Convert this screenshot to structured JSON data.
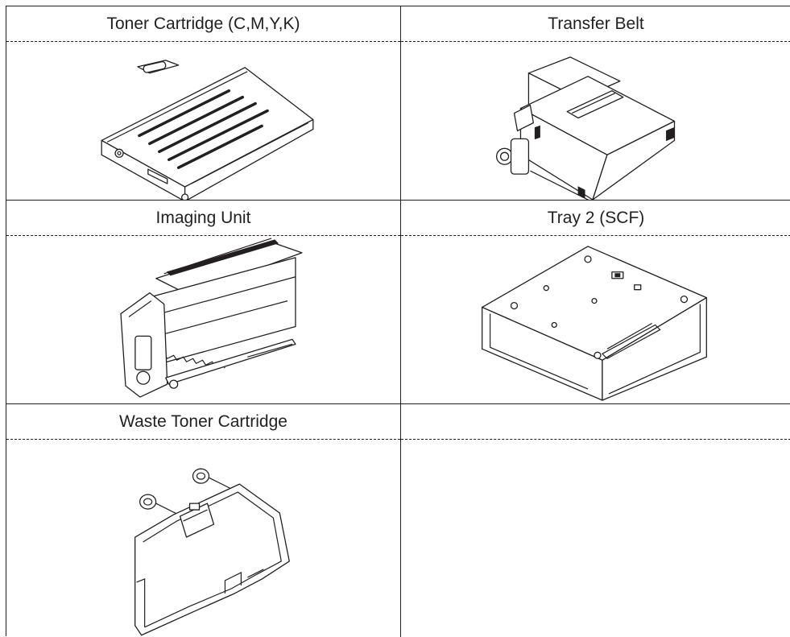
{
  "parts_table": {
    "cells": [
      {
        "label": "Toner Cartridge (C,M,Y,K)",
        "illustration": "toner-cartridge"
      },
      {
        "label": "Transfer Belt",
        "illustration": "transfer-belt"
      },
      {
        "label": "Imaging Unit",
        "illustration": "imaging-unit"
      },
      {
        "label": "Tray 2 (SCF)",
        "illustration": "tray-2"
      },
      {
        "label": "Waste Toner Cartridge",
        "illustration": "waste-toner-cartridge"
      },
      {
        "label": "",
        "illustration": ""
      }
    ]
  }
}
